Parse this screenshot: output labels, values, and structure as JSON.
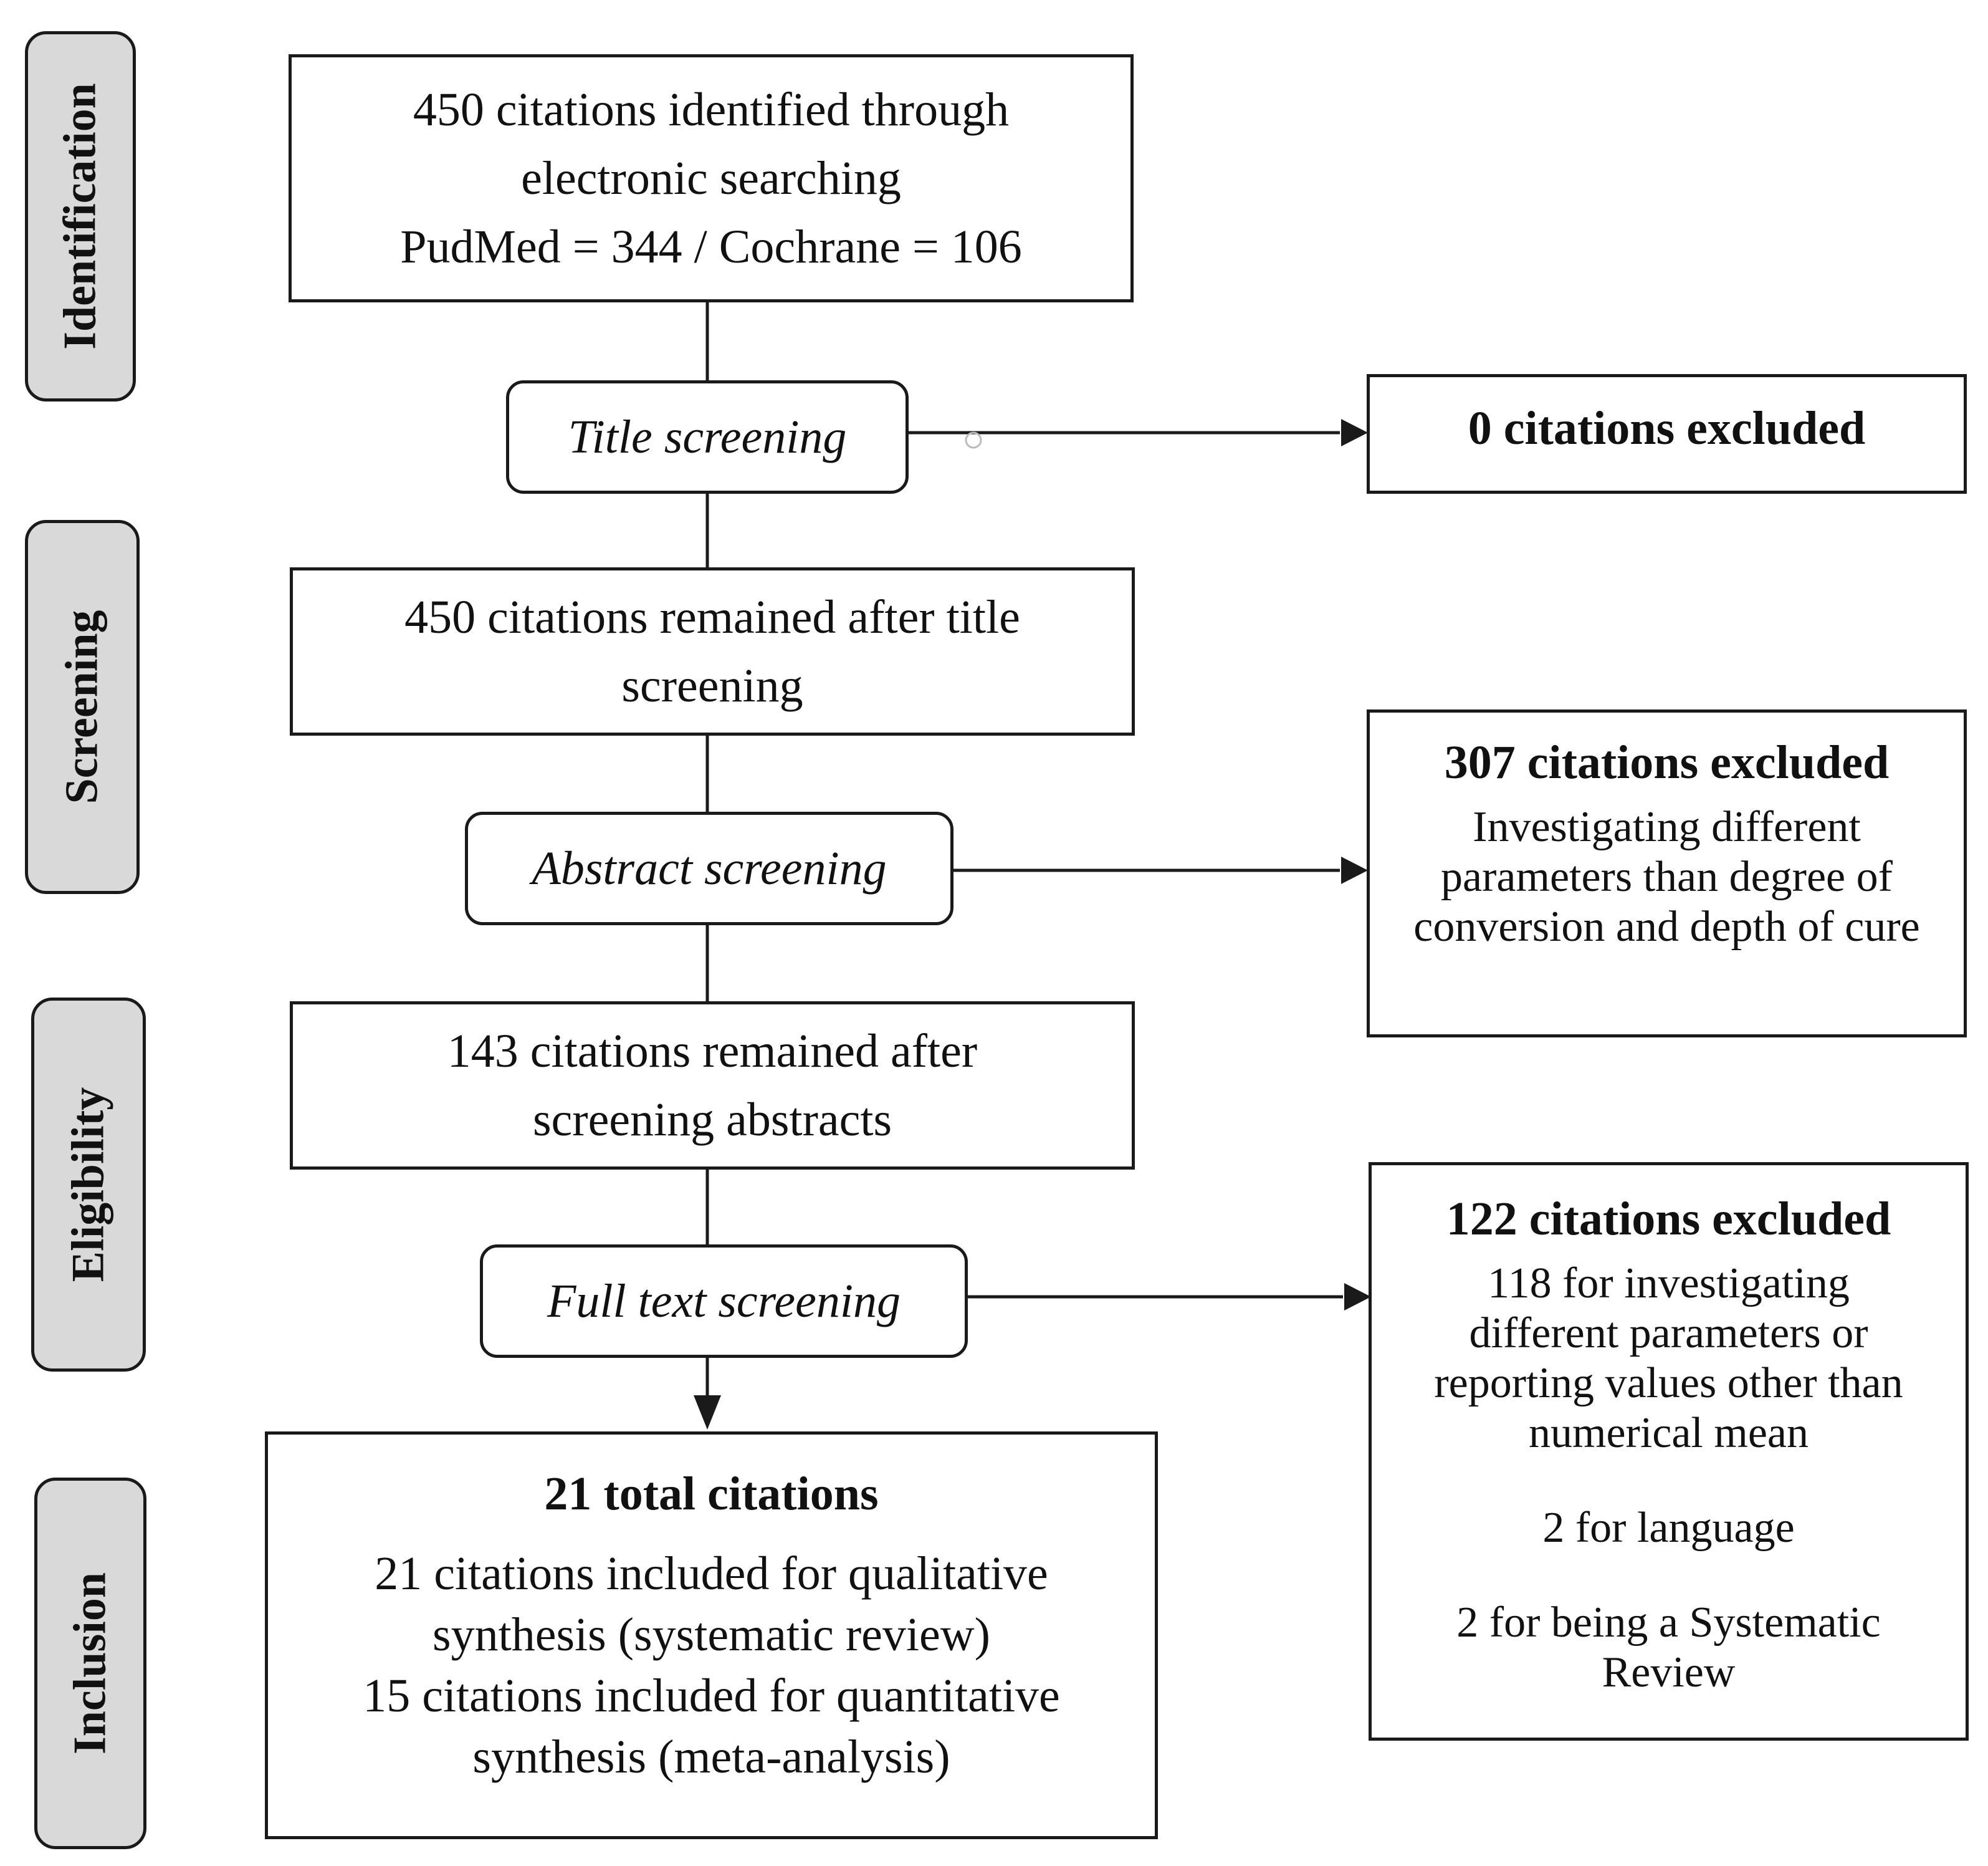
{
  "stages": {
    "identification": "Identification",
    "screening": "Screening",
    "eligibility": "Eligibility",
    "inclusion": "Inclusion"
  },
  "boxes": {
    "identified": {
      "line1": "450 citations identified through",
      "line2": "electronic searching",
      "line3": "PudMed = 344 / Cochrane = 106"
    },
    "title_screening": "Title screening",
    "title_excluded": "0 citations excluded",
    "after_title": {
      "line1": "450 citations remained after title",
      "line2": "screening"
    },
    "abstract_screening": "Abstract screening",
    "abstract_excluded": {
      "heading": "307 citations excluded",
      "line1": "Investigating different",
      "line2": "parameters than degree of",
      "line3": "conversion and depth of cure"
    },
    "after_abstract": {
      "line1": "143 citations remained after",
      "line2": "screening abstracts"
    },
    "fulltext_screening": "Full text screening",
    "fulltext_excluded": {
      "heading": "122 citations excluded",
      "r1l1": "118 for investigating",
      "r1l2": "different parameters or",
      "r1l3": "reporting values other than",
      "r1l4": "numerical mean",
      "r2": "2 for language",
      "r3l1": "2 for being a Systematic",
      "r3l2": "Review"
    },
    "included": {
      "heading": "21 total citations",
      "line1": "21 citations included for qualitative",
      "line2": "synthesis (systematic review)",
      "line3": "15 citations included for quantitative",
      "line4": "synthesis (meta-analysis)"
    }
  }
}
